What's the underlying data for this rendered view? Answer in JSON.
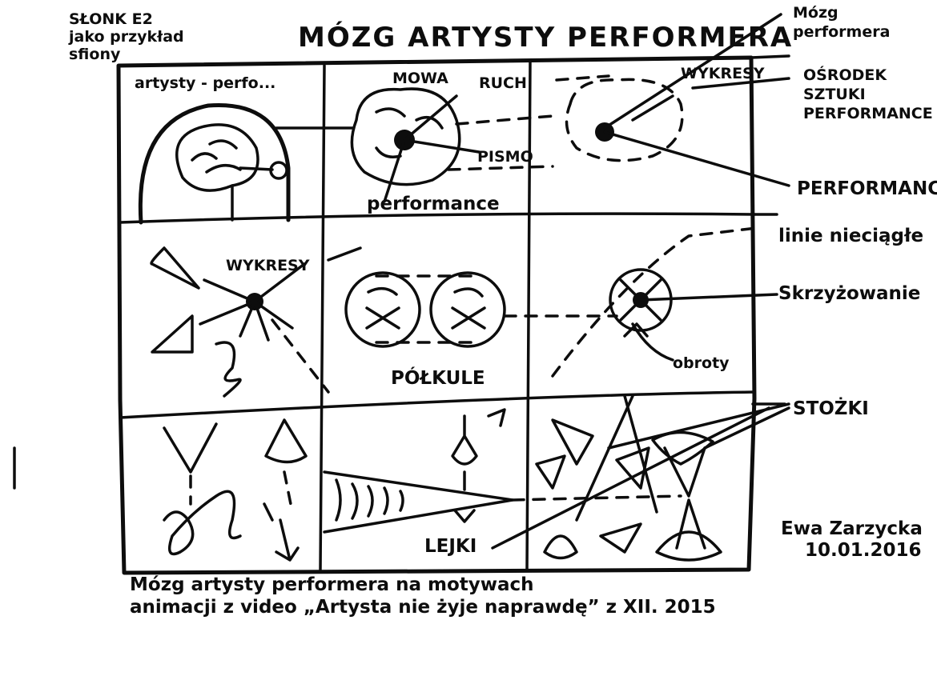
{
  "title": "MÓZG ARTYSTY PERFORMERA",
  "corner_note": [
    "SŁONK E2",
    "jako przykład",
    "sfiony"
  ],
  "labels": {
    "artysty_perfo": "artysty - perfo...",
    "mowa": "MOWA",
    "ruch": "RUCH",
    "pismo": "PISMO",
    "performance_small": "performance",
    "wykresy_top": "WYKRESY",
    "wykresy_mid": "WYKRESY",
    "polkule": "PÓŁKULE",
    "obroty": "obroty",
    "lejki": "LEJKI"
  },
  "annotations": {
    "mozg_performera": [
      "Mózg",
      "performera"
    ],
    "osrodek": [
      "OŚRODEK",
      "SZTUKI",
      "PERFORMANCE"
    ],
    "performance": "PERFORMANCE",
    "linie": "linie nieciągłe",
    "skrzyzowanie": "Skrzyżowanie",
    "stozki": "STOŻKI"
  },
  "signature": [
    "Ewa Zarzycka",
    "10.01.2016"
  ],
  "caption": [
    "Mózg artysty performera na motywach",
    "animacji z video „Artysta nie żyje naprawdę” z XII. 2015"
  ]
}
